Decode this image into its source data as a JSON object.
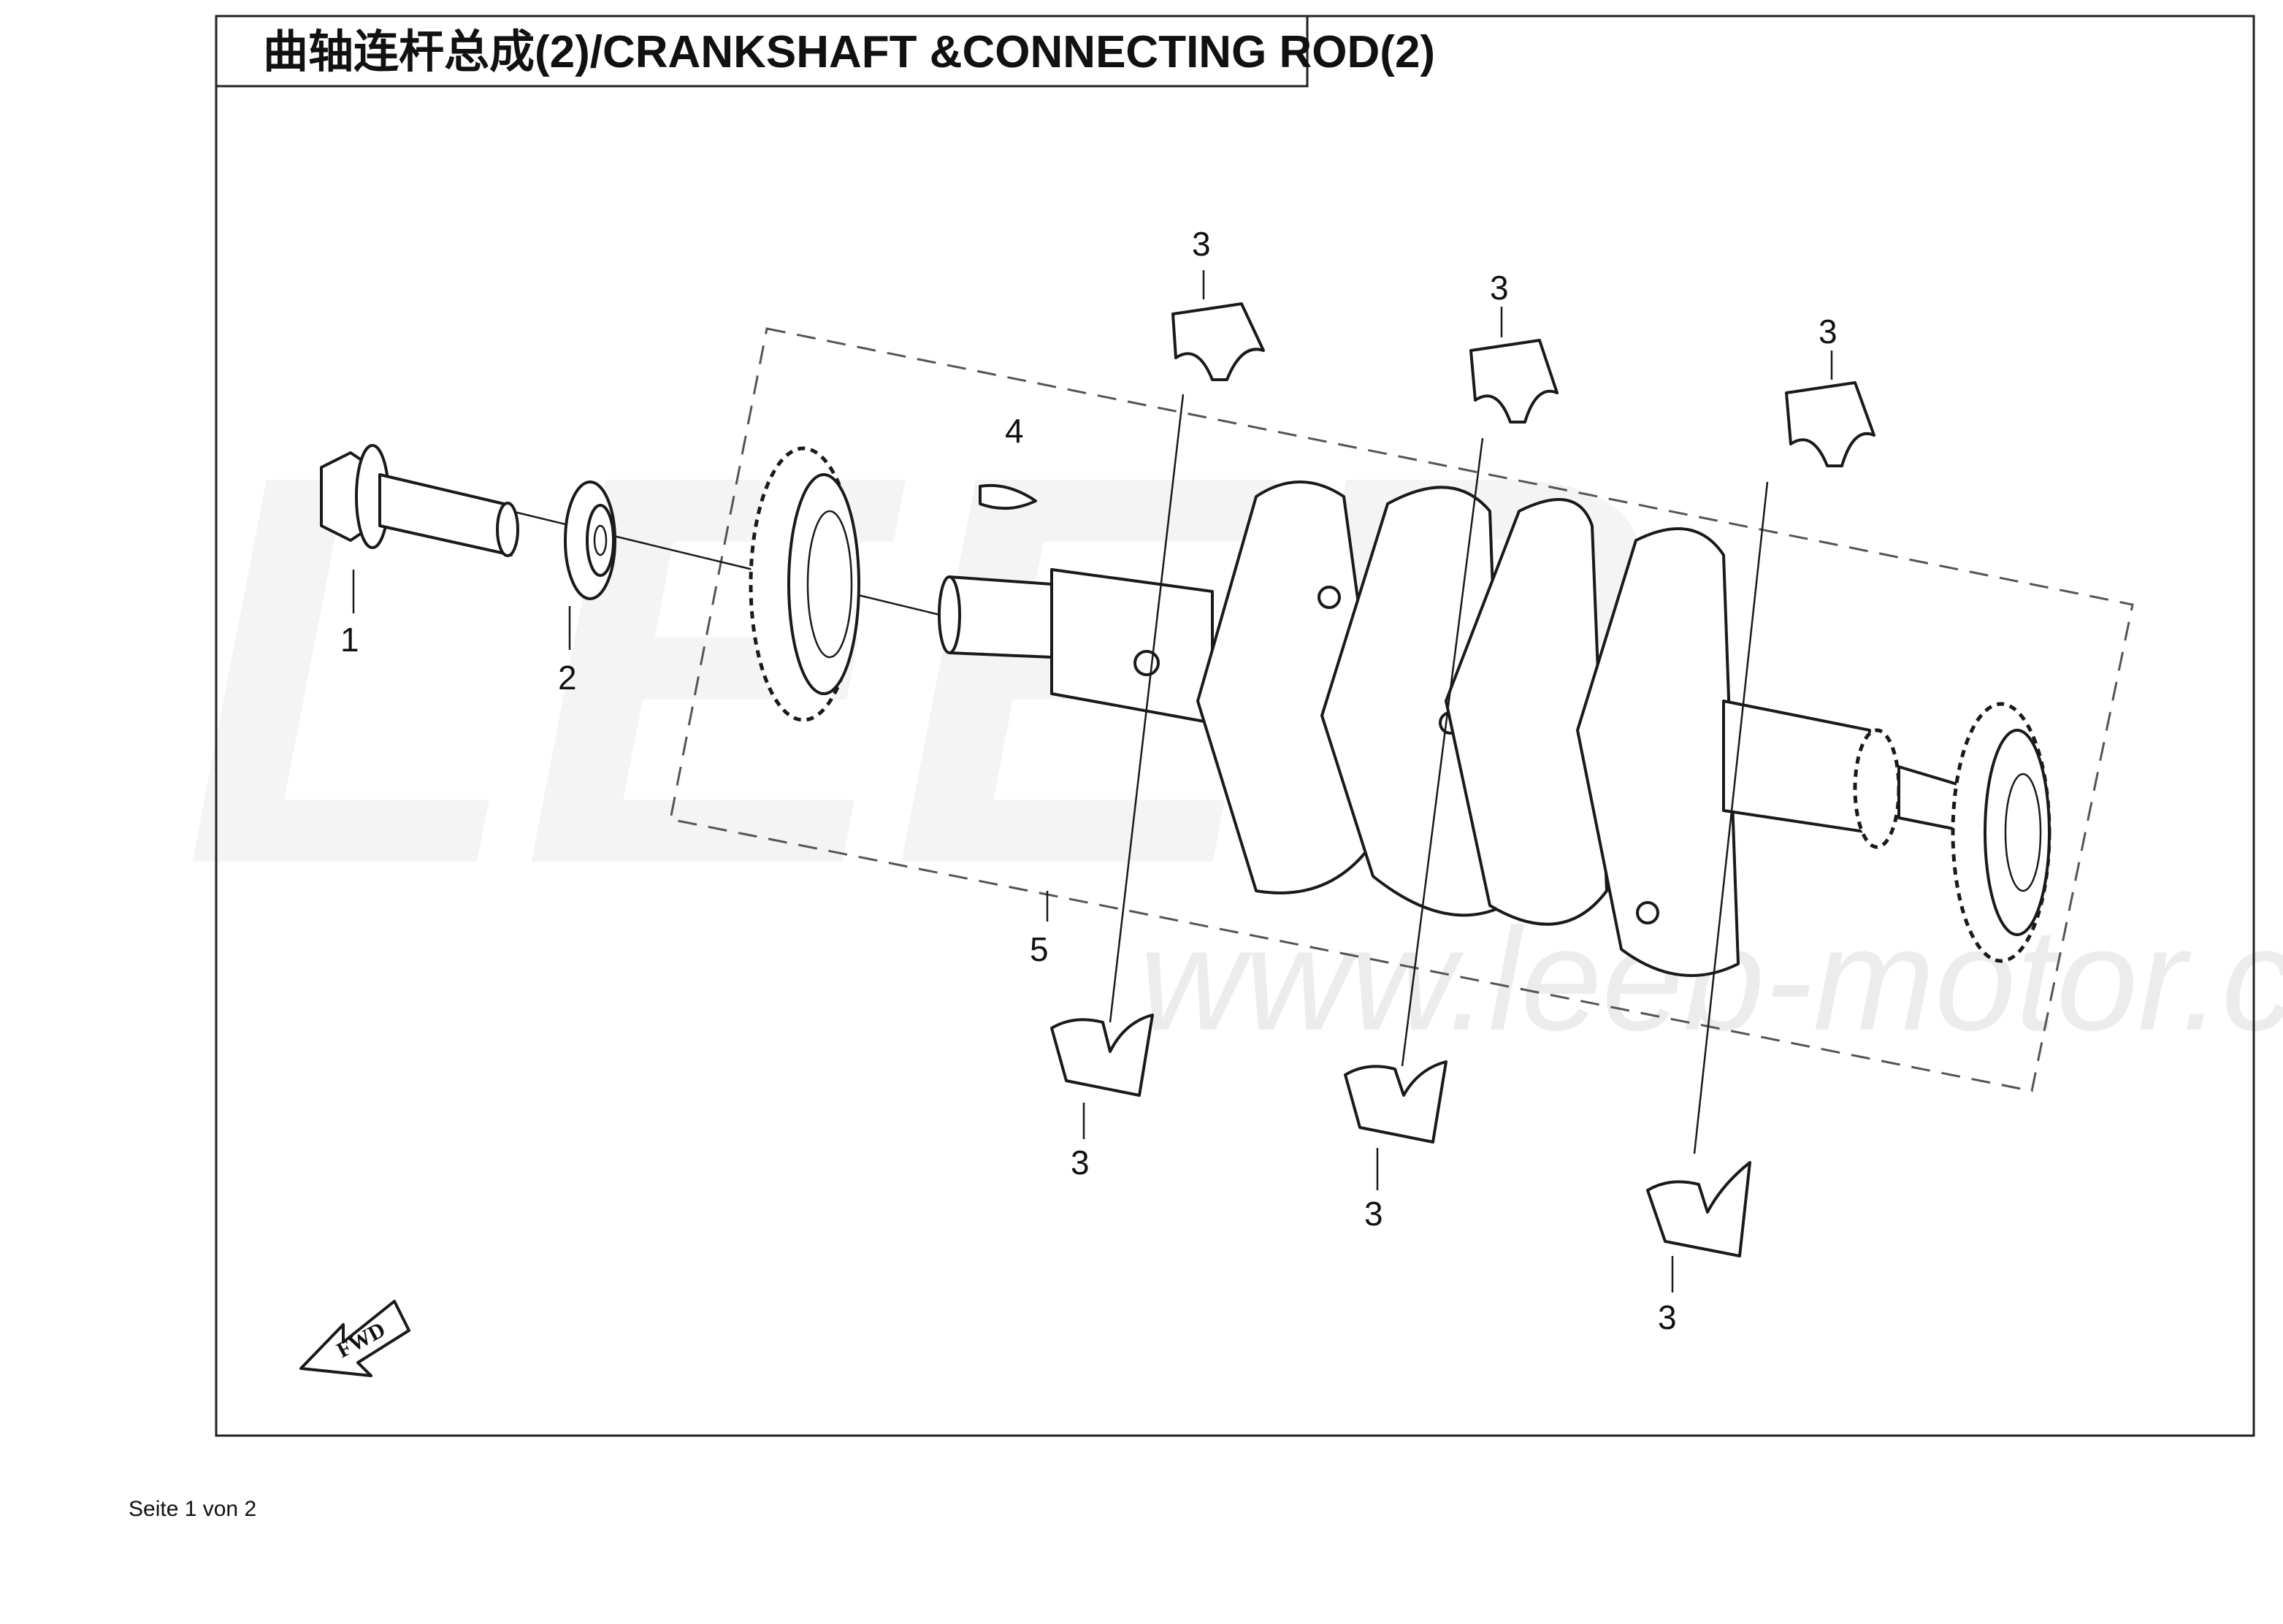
{
  "diagram": {
    "title": "曲轴连杆总成(2)/CRANKSHAFT &CONNECTING ROD(2)",
    "watermark_logo": "LEEB",
    "watermark_url": "www.leeb-motor.com",
    "fwd_label": "FWD",
    "callouts": {
      "c1": "1",
      "c2": "2",
      "c3a": "3",
      "c3b": "3",
      "c3c": "3",
      "c3d": "3",
      "c3e": "3",
      "c3f": "3",
      "c4": "4",
      "c5": "5"
    }
  },
  "footer": {
    "page_label": "Seite 1 von 2"
  }
}
